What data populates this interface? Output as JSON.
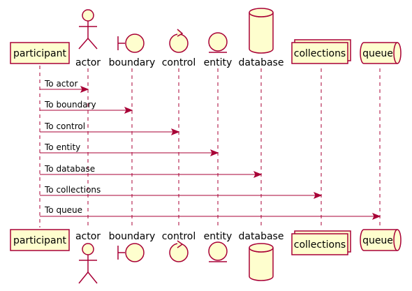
{
  "participants": [
    {
      "id": "participant",
      "label": "participant"
    },
    {
      "id": "actor",
      "label": "actor"
    },
    {
      "id": "boundary",
      "label": "boundary"
    },
    {
      "id": "control",
      "label": "control"
    },
    {
      "id": "entity",
      "label": "entity"
    },
    {
      "id": "database",
      "label": "database"
    },
    {
      "id": "collections",
      "label": "collections"
    },
    {
      "id": "queue",
      "label": "queue"
    }
  ],
  "messages": [
    {
      "from": "participant",
      "to": "actor",
      "label": "To actor"
    },
    {
      "from": "participant",
      "to": "boundary",
      "label": "To boundary"
    },
    {
      "from": "participant",
      "to": "control",
      "label": "To control"
    },
    {
      "from": "participant",
      "to": "entity",
      "label": "To entity"
    },
    {
      "from": "participant",
      "to": "database",
      "label": "To database"
    },
    {
      "from": "participant",
      "to": "collections",
      "label": "To collections"
    },
    {
      "from": "participant",
      "to": "queue",
      "label": "To queue"
    }
  ],
  "colors": {
    "fill": "#FEFECE",
    "stroke": "#A80036",
    "text": "#000000"
  }
}
